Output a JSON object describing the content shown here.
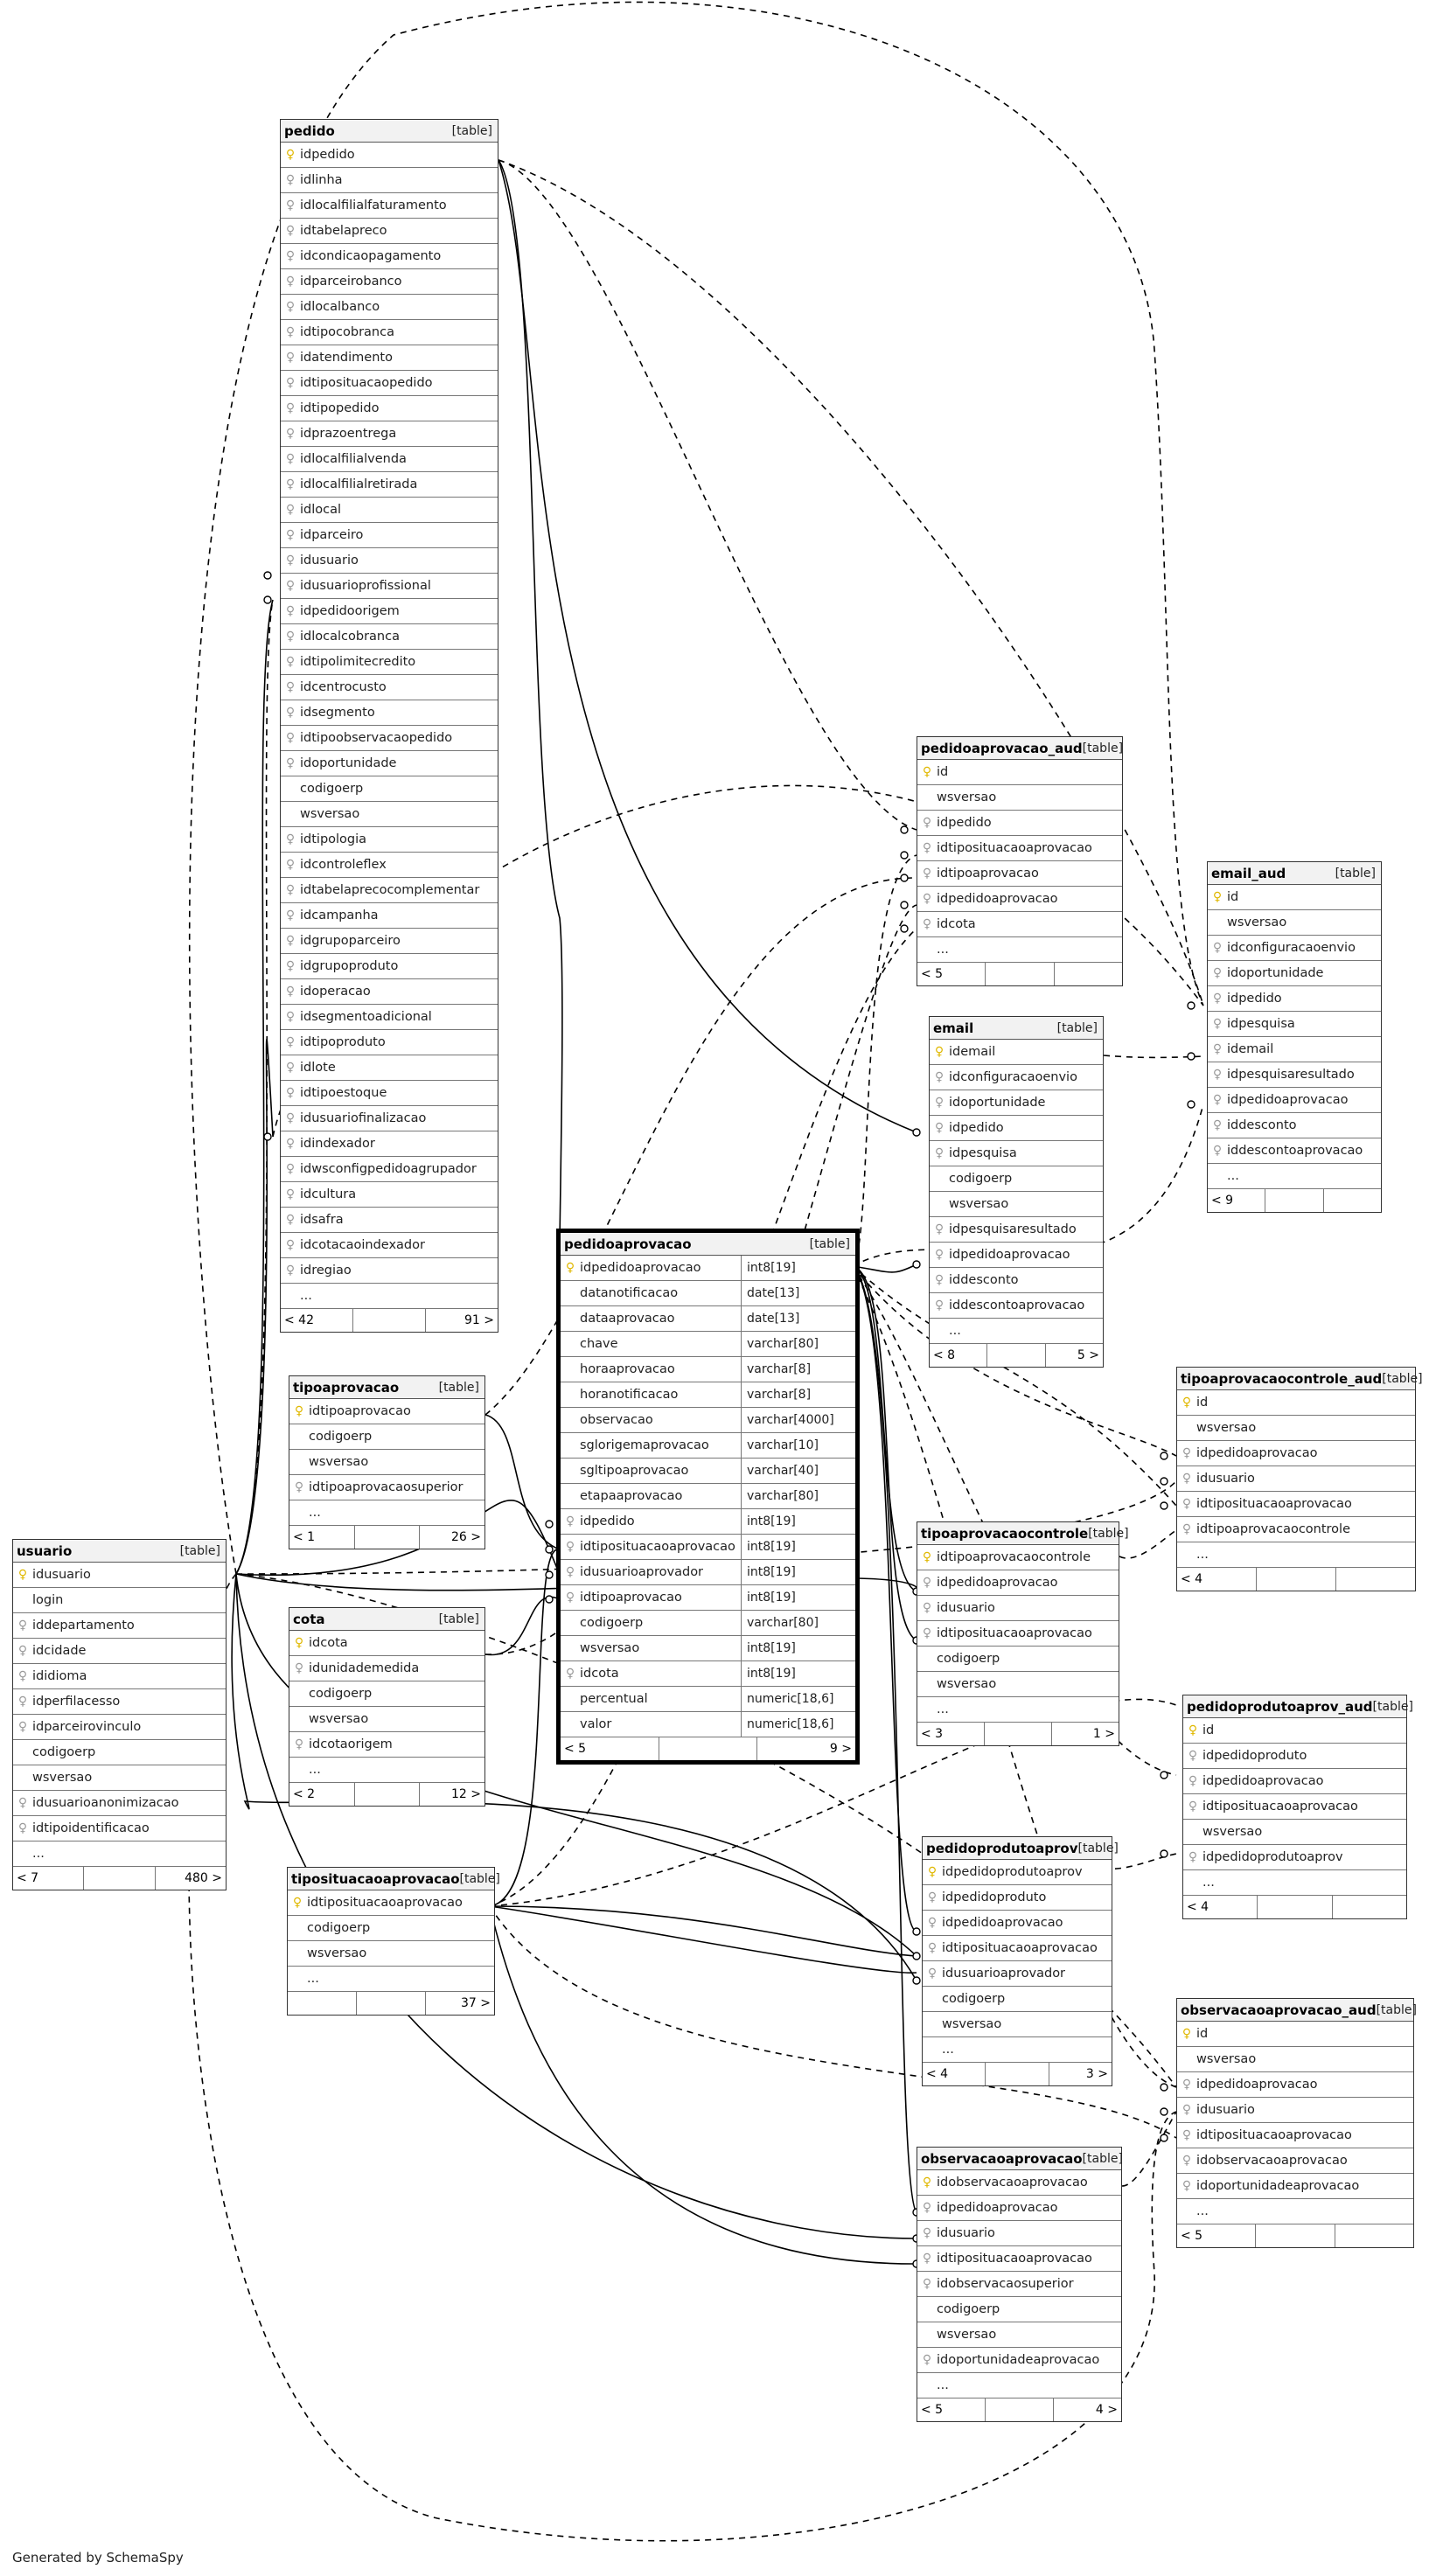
{
  "footer_text": "Generated by SchemaSpy",
  "table_type_label": "[table]",
  "tables": {
    "pedido": {
      "name": "pedido",
      "parents": "< 42",
      "children": "91 >",
      "columns": [
        {
          "n": "idpedido",
          "k": "pk"
        },
        {
          "n": "idlinha",
          "k": "fk"
        },
        {
          "n": "idlocalfilialfaturamento",
          "k": "fk"
        },
        {
          "n": "idtabelapreco",
          "k": "fk"
        },
        {
          "n": "idcondicaopagamento",
          "k": "fk"
        },
        {
          "n": "idparceirobanco",
          "k": "fk"
        },
        {
          "n": "idlocalbanco",
          "k": "fk"
        },
        {
          "n": "idtipocobranca",
          "k": "fk"
        },
        {
          "n": "idatendimento",
          "k": "fk"
        },
        {
          "n": "idtiposituacaopedido",
          "k": "fk"
        },
        {
          "n": "idtipopedido",
          "k": "fk"
        },
        {
          "n": "idprazoentrega",
          "k": "fk"
        },
        {
          "n": "idlocalfilialvenda",
          "k": "fk"
        },
        {
          "n": "idlocalfilialretirada",
          "k": "fk"
        },
        {
          "n": "idlocal",
          "k": "fk"
        },
        {
          "n": "idparceiro",
          "k": "fk"
        },
        {
          "n": "idusuario",
          "k": "fk"
        },
        {
          "n": "idusuarioprofissional",
          "k": "fk"
        },
        {
          "n": "idpedidoorigem",
          "k": "fk"
        },
        {
          "n": "idlocalcobranca",
          "k": "fk"
        },
        {
          "n": "idtipolimitecredito",
          "k": "fk"
        },
        {
          "n": "idcentrocusto",
          "k": "fk"
        },
        {
          "n": "idsegmento",
          "k": "fk"
        },
        {
          "n": "idtipoobservacaopedido",
          "k": "fk"
        },
        {
          "n": "idoportunidade",
          "k": "fk"
        },
        {
          "n": "codigoerp",
          "k": ""
        },
        {
          "n": "wsversao",
          "k": ""
        },
        {
          "n": "idtipologia",
          "k": "fk"
        },
        {
          "n": "idcontroleflex",
          "k": "fk"
        },
        {
          "n": "idtabelaprecocomplementar",
          "k": "fk"
        },
        {
          "n": "idcampanha",
          "k": "fk"
        },
        {
          "n": "idgrupoparceiro",
          "k": "fk"
        },
        {
          "n": "idgrupoproduto",
          "k": "fk"
        },
        {
          "n": "idoperacao",
          "k": "fk"
        },
        {
          "n": "idsegmentoadicional",
          "k": "fk"
        },
        {
          "n": "idtipoproduto",
          "k": "fk"
        },
        {
          "n": "idlote",
          "k": "fk"
        },
        {
          "n": "idtipoestoque",
          "k": "fk"
        },
        {
          "n": "idusuariofinalizacao",
          "k": "fk"
        },
        {
          "n": "idindexador",
          "k": "fk"
        },
        {
          "n": "idwsconfigpedidoagrupador",
          "k": "fk"
        },
        {
          "n": "idcultura",
          "k": "fk"
        },
        {
          "n": "idsafra",
          "k": "fk"
        },
        {
          "n": "idcotacaoindexador",
          "k": "fk"
        },
        {
          "n": "idregiao",
          "k": "fk"
        },
        {
          "n": "...",
          "k": "more"
        }
      ]
    },
    "tipoaprovacao": {
      "name": "tipoaprovacao",
      "parents": "< 1",
      "children": "26 >",
      "columns": [
        {
          "n": "idtipoaprovacao",
          "k": "pk"
        },
        {
          "n": "codigoerp",
          "k": ""
        },
        {
          "n": "wsversao",
          "k": ""
        },
        {
          "n": "idtipoaprovacaosuperior",
          "k": "fk"
        },
        {
          "n": "...",
          "k": "more"
        }
      ]
    },
    "usuario": {
      "name": "usuario",
      "parents": "< 7",
      "children": "480 >",
      "columns": [
        {
          "n": "idusuario",
          "k": "pk"
        },
        {
          "n": "login",
          "k": ""
        },
        {
          "n": "iddepartamento",
          "k": "fk"
        },
        {
          "n": "idcidade",
          "k": "fk"
        },
        {
          "n": "ididioma",
          "k": "fk"
        },
        {
          "n": "idperfilacesso",
          "k": "fk"
        },
        {
          "n": "idparceirovinculo",
          "k": "fk"
        },
        {
          "n": "codigoerp",
          "k": ""
        },
        {
          "n": "wsversao",
          "k": ""
        },
        {
          "n": "idusuarioanonimizacao",
          "k": "fk"
        },
        {
          "n": "idtipoidentificacao",
          "k": "fk"
        },
        {
          "n": "...",
          "k": "more"
        }
      ]
    },
    "cota": {
      "name": "cota",
      "parents": "< 2",
      "children": "12 >",
      "columns": [
        {
          "n": "idcota",
          "k": "pk"
        },
        {
          "n": "idunidademedida",
          "k": "fk"
        },
        {
          "n": "codigoerp",
          "k": ""
        },
        {
          "n": "wsversao",
          "k": ""
        },
        {
          "n": "idcotaorigem",
          "k": "fk"
        },
        {
          "n": "...",
          "k": "more"
        }
      ]
    },
    "tiposituacaoaprovacao": {
      "name": "tiposituacaoaprovacao",
      "parents": "",
      "children": "37 >",
      "columns": [
        {
          "n": "idtiposituacaoaprovacao",
          "k": "pk"
        },
        {
          "n": "codigoerp",
          "k": ""
        },
        {
          "n": "wsversao",
          "k": ""
        },
        {
          "n": "...",
          "k": "more"
        }
      ]
    },
    "pedidoaprovacao": {
      "name": "pedidoaprovacao",
      "parents": "< 5",
      "children": "9 >",
      "columns": [
        {
          "n": "idpedidoaprovacao",
          "k": "pk",
          "t": "int8[19]"
        },
        {
          "n": "datanotificacao",
          "k": "",
          "t": "date[13]"
        },
        {
          "n": "dataaprovacao",
          "k": "",
          "t": "date[13]"
        },
        {
          "n": "chave",
          "k": "",
          "t": "varchar[80]"
        },
        {
          "n": "horaaprovacao",
          "k": "",
          "t": "varchar[8]"
        },
        {
          "n": "horanotificacao",
          "k": "",
          "t": "varchar[8]"
        },
        {
          "n": "observacao",
          "k": "",
          "t": "varchar[4000]"
        },
        {
          "n": "sglorigemaprovacao",
          "k": "",
          "t": "varchar[10]"
        },
        {
          "n": "sgltipoaprovacao",
          "k": "",
          "t": "varchar[40]"
        },
        {
          "n": "etapaaprovacao",
          "k": "",
          "t": "varchar[80]"
        },
        {
          "n": "idpedido",
          "k": "fk",
          "t": "int8[19]"
        },
        {
          "n": "idtiposituacaoaprovacao",
          "k": "fk",
          "t": "int8[19]"
        },
        {
          "n": "idusuarioaprovador",
          "k": "fk",
          "t": "int8[19]"
        },
        {
          "n": "idtipoaprovacao",
          "k": "fk",
          "t": "int8[19]"
        },
        {
          "n": "codigoerp",
          "k": "",
          "t": "varchar[80]"
        },
        {
          "n": "wsversao",
          "k": "",
          "t": "int8[19]"
        },
        {
          "n": "idcota",
          "k": "fk",
          "t": "int8[19]"
        },
        {
          "n": "percentual",
          "k": "",
          "t": "numeric[18,6]"
        },
        {
          "n": "valor",
          "k": "",
          "t": "numeric[18,6]"
        }
      ]
    },
    "pedidoaprovacao_aud": {
      "name": "pedidoaprovacao_aud",
      "parents": "< 5",
      "children": "",
      "columns": [
        {
          "n": "id",
          "k": "pk"
        },
        {
          "n": "wsversao",
          "k": ""
        },
        {
          "n": "idpedido",
          "k": "fk"
        },
        {
          "n": "idtiposituacaoaprovacao",
          "k": "fk"
        },
        {
          "n": "idtipoaprovacao",
          "k": "fk"
        },
        {
          "n": "idpedidoaprovacao",
          "k": "fk"
        },
        {
          "n": "idcota",
          "k": "fk"
        },
        {
          "n": "...",
          "k": "more"
        }
      ]
    },
    "email": {
      "name": "email",
      "parents": "< 8",
      "children": "5 >",
      "columns": [
        {
          "n": "idemail",
          "k": "pk"
        },
        {
          "n": "idconfiguracaoenvio",
          "k": "fk"
        },
        {
          "n": "idoportunidade",
          "k": "fk"
        },
        {
          "n": "idpedido",
          "k": "fk"
        },
        {
          "n": "idpesquisa",
          "k": "fk"
        },
        {
          "n": "codigoerp",
          "k": ""
        },
        {
          "n": "wsversao",
          "k": ""
        },
        {
          "n": "idpesquisaresultado",
          "k": "fk"
        },
        {
          "n": "idpedidoaprovacao",
          "k": "fk"
        },
        {
          "n": "iddesconto",
          "k": "fk"
        },
        {
          "n": "iddescontoaprovacao",
          "k": "fk"
        },
        {
          "n": "...",
          "k": "more"
        }
      ]
    },
    "email_aud": {
      "name": "email_aud",
      "parents": "< 9",
      "children": "",
      "columns": [
        {
          "n": "id",
          "k": "pk"
        },
        {
          "n": "wsversao",
          "k": ""
        },
        {
          "n": "idconfiguracaoenvio",
          "k": "fk"
        },
        {
          "n": "idoportunidade",
          "k": "fk"
        },
        {
          "n": "idpedido",
          "k": "fk"
        },
        {
          "n": "idpesquisa",
          "k": "fk"
        },
        {
          "n": "idemail",
          "k": "fk"
        },
        {
          "n": "idpesquisaresultado",
          "k": "fk"
        },
        {
          "n": "idpedidoaprovacao",
          "k": "fk"
        },
        {
          "n": "iddesconto",
          "k": "fk"
        },
        {
          "n": "iddescontoaprovacao",
          "k": "fk"
        },
        {
          "n": "...",
          "k": "more"
        }
      ]
    },
    "tipoaprovacaocontrole_aud": {
      "name": "tipoaprovacaocontrole_aud",
      "parents": "< 4",
      "children": "",
      "columns": [
        {
          "n": "id",
          "k": "pk"
        },
        {
          "n": "wsversao",
          "k": ""
        },
        {
          "n": "idpedidoaprovacao",
          "k": "fk"
        },
        {
          "n": "idusuario",
          "k": "fk"
        },
        {
          "n": "idtiposituacaoaprovacao",
          "k": "fk"
        },
        {
          "n": "idtipoaprovacaocontrole",
          "k": "fk"
        },
        {
          "n": "...",
          "k": "more"
        }
      ]
    },
    "tipoaprovacaocontrole": {
      "name": "tipoaprovacaocontrole",
      "parents": "< 3",
      "children": "1 >",
      "columns": [
        {
          "n": "idtipoaprovacaocontrole",
          "k": "pk"
        },
        {
          "n": "idpedidoaprovacao",
          "k": "fk"
        },
        {
          "n": "idusuario",
          "k": "fk"
        },
        {
          "n": "idtiposituacaoaprovacao",
          "k": "fk"
        },
        {
          "n": "codigoerp",
          "k": ""
        },
        {
          "n": "wsversao",
          "k": ""
        },
        {
          "n": "...",
          "k": "more"
        }
      ]
    },
    "pedidoprodutoaprov_aud": {
      "name": "pedidoprodutoaprov_aud",
      "parents": "< 4",
      "children": "",
      "columns": [
        {
          "n": "id",
          "k": "pk"
        },
        {
          "n": "idpedidoproduto",
          "k": "fk"
        },
        {
          "n": "idpedidoaprovacao",
          "k": "fk"
        },
        {
          "n": "idtiposituacaoaprovacao",
          "k": "fk"
        },
        {
          "n": "wsversao",
          "k": ""
        },
        {
          "n": "idpedidoprodutoaprov",
          "k": "fk"
        },
        {
          "n": "...",
          "k": "more"
        }
      ]
    },
    "pedidoprodutoaprov": {
      "name": "pedidoprodutoaprov",
      "parents": "< 4",
      "children": "3 >",
      "columns": [
        {
          "n": "idpedidoprodutoaprov",
          "k": "pk"
        },
        {
          "n": "idpedidoproduto",
          "k": "fk"
        },
        {
          "n": "idpedidoaprovacao",
          "k": "fk"
        },
        {
          "n": "idtiposituacaoaprovacao",
          "k": "fk"
        },
        {
          "n": "idusuarioaprovador",
          "k": "fk"
        },
        {
          "n": "codigoerp",
          "k": ""
        },
        {
          "n": "wsversao",
          "k": ""
        },
        {
          "n": "...",
          "k": "more"
        }
      ]
    },
    "observacaoaprovacao_aud": {
      "name": "observacaoaprovacao_aud",
      "parents": "< 5",
      "children": "",
      "columns": [
        {
          "n": "id",
          "k": "pk"
        },
        {
          "n": "wsversao",
          "k": ""
        },
        {
          "n": "idpedidoaprovacao",
          "k": "fk"
        },
        {
          "n": "idusuario",
          "k": "fk"
        },
        {
          "n": "idtiposituacaoaprovacao",
          "k": "fk"
        },
        {
          "n": "idobservacaoaprovacao",
          "k": "fk"
        },
        {
          "n": "idoportunidadeaprovacao",
          "k": "fk"
        },
        {
          "n": "...",
          "k": "more"
        }
      ]
    },
    "observacaoaprovacao": {
      "name": "observacaoaprovacao",
      "parents": "< 5",
      "children": "4 >",
      "columns": [
        {
          "n": "idobservacaoaprovacao",
          "k": "pk"
        },
        {
          "n": "idpedidoaprovacao",
          "k": "fk"
        },
        {
          "n": "idusuario",
          "k": "fk"
        },
        {
          "n": "idtiposituacaoaprovacao",
          "k": "fk"
        },
        {
          "n": "idobservacaosuperior",
          "k": "fk"
        },
        {
          "n": "codigoerp",
          "k": ""
        },
        {
          "n": "wsversao",
          "k": ""
        },
        {
          "n": "idoportunidadeaprovacao",
          "k": "fk"
        },
        {
          "n": "...",
          "k": "more"
        }
      ]
    }
  }
}
